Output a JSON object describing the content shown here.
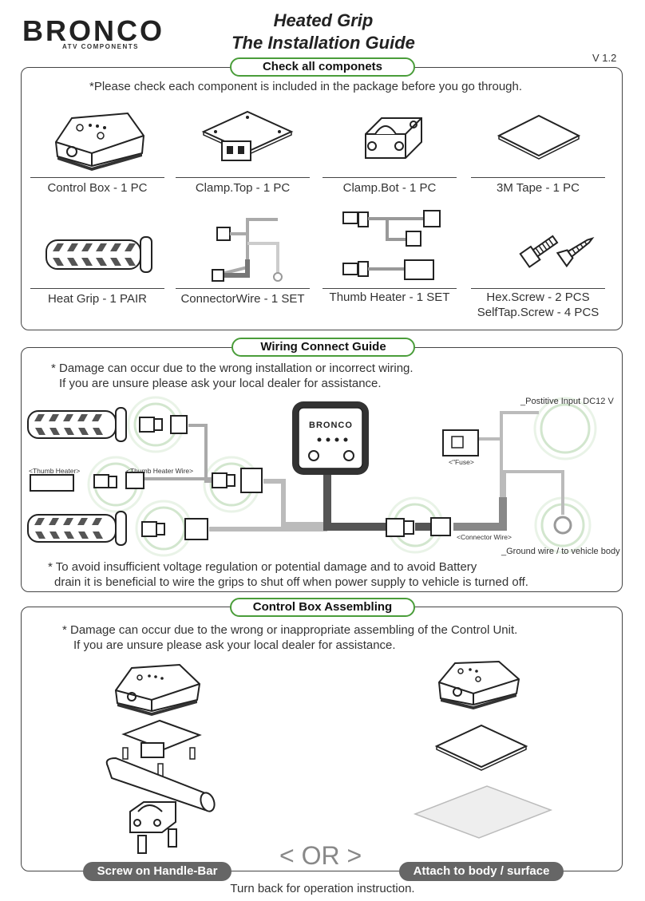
{
  "header": {
    "brand": "BRONCO",
    "brand_sub": "ATV COMPONENTS",
    "title_line1": "Heated Grip",
    "title_line2": "The Installation Guide",
    "version": "V 1.2"
  },
  "components": {
    "heading": "Check all componets",
    "note": "*Please check each component is included in the package before you go through.",
    "items": [
      {
        "label": "Control Box - 1 PC"
      },
      {
        "label": "Clamp.Top - 1 PC"
      },
      {
        "label": "Clamp.Bot - 1 PC"
      },
      {
        "label": "3M Tape - 1 PC"
      },
      {
        "label": "Heat Grip - 1 PAIR"
      },
      {
        "label": "ConnectorWire - 1 SET"
      },
      {
        "label": "Thumb Heater - 1 SET"
      },
      {
        "label": "Hex.Screw - 2 PCS"
      },
      {
        "label": "SelfTap.Screw - 4 PCS"
      }
    ]
  },
  "wiring": {
    "heading": "Wiring Connect Guide",
    "warning_line1": "* Damage can occur due to the wrong installation or incorrect wiring.",
    "warning_line2": "If you are unsure please ask your local dealer for assistance.",
    "thumb_heater_tag": "<Thumb Heater>",
    "thumb_heater_wire_tag": "<Thumb Heater Wire>",
    "fuse_tag": "<\"Fuse>",
    "connector_wire_tag": "<Connector Wire>",
    "positive_input": "_Postitive Input DC12 V",
    "ground_wire": "_Ground wire / to vehicle body",
    "box_brand": "BRONCO",
    "tip_line1": "* To avoid insufficient voltage regulation or potential damage and to avoid Battery",
    "tip_line2": "drain it is beneficial to wire the grips to shut off when power supply to vehicle is turned off."
  },
  "assembly": {
    "heading": "Control Box Assembling",
    "warning_line1": "* Damage can occur due to the wrong or inappropriate assembling of the Control Unit.",
    "warning_line2": "If you are unsure please ask your local dealer for assistance.",
    "or_label": "< OR >",
    "option_left": "Screw on Handle-Bar",
    "option_right": "Attach to body / surface"
  },
  "footer": {
    "note": "Turn back for operation instruction."
  },
  "colors": {
    "accent_green": "#4a9d3a",
    "pill_gray": "#666666",
    "wire_gray": "#9a9a9a",
    "wire_dark": "#555555"
  }
}
